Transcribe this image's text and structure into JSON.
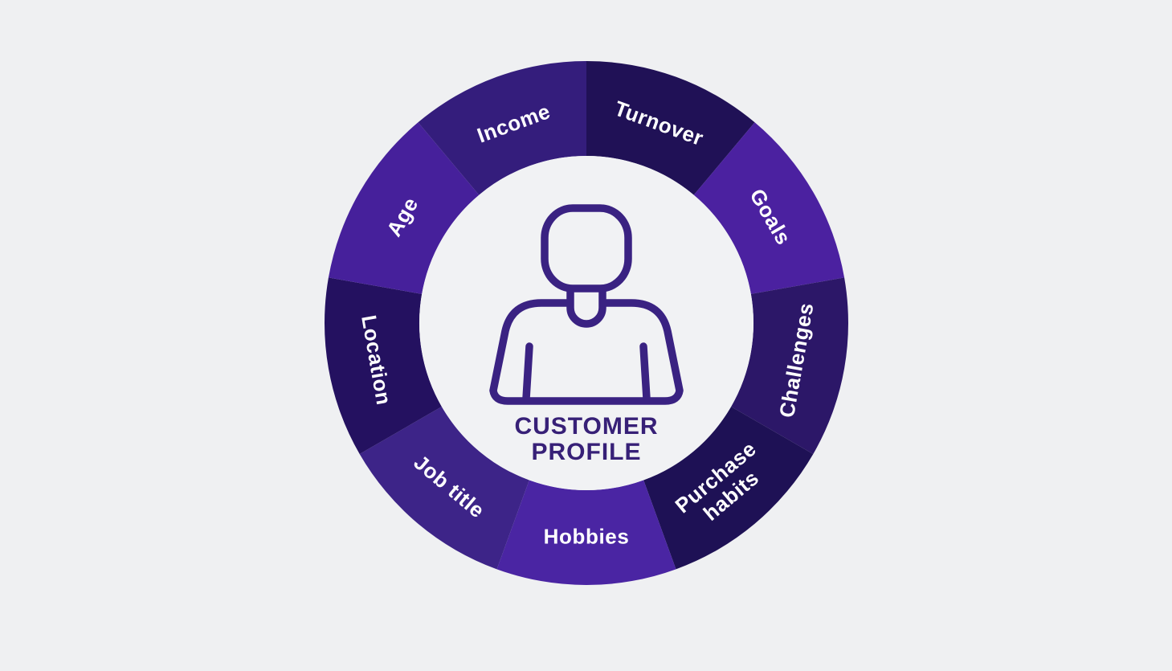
{
  "background_color": "#eff0f2",
  "diagram": {
    "type": "donut-infographic",
    "segments_order": "clockwise-from-top",
    "label_color": "#ffffff",
    "segments": [
      {
        "label": "Turnover",
        "lines": [
          "Turnover"
        ],
        "color": "#201156"
      },
      {
        "label": "Goals",
        "lines": [
          "Goals"
        ],
        "color": "#4b21a0"
      },
      {
        "label": "Challenges",
        "lines": [
          "Challenges"
        ],
        "color": "#2c1768"
      },
      {
        "label": "Purchase habits",
        "lines": [
          "Purchase",
          "habits"
        ],
        "color": "#1e1155"
      },
      {
        "label": "Hobbies",
        "lines": [
          "Hobbies"
        ],
        "color": "#4a25a3"
      },
      {
        "label": "Job title",
        "lines": [
          "Job title"
        ],
        "color": "#3d2488"
      },
      {
        "label": "Location",
        "lines": [
          "Location"
        ],
        "color": "#241160"
      },
      {
        "label": "Age",
        "lines": [
          "Age"
        ],
        "color": "#46209b"
      },
      {
        "label": "Income",
        "lines": [
          "Income"
        ],
        "color": "#341d7c"
      }
    ],
    "center": {
      "icon": "person-icon",
      "icon_color": "#3a2282",
      "circle_color": "#f1f2f4",
      "title_line1": "CUSTOMER",
      "title_line2": "PROFILE",
      "title_color": "#372077"
    }
  }
}
